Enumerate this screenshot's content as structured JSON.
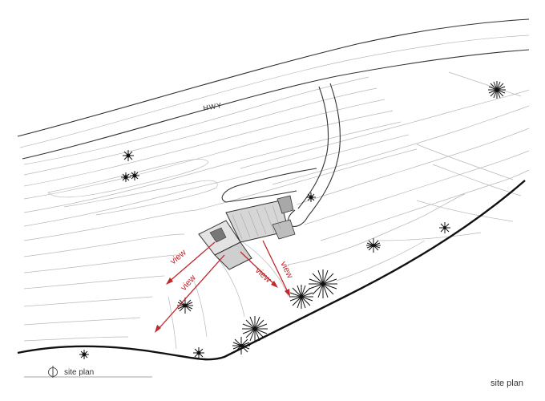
{
  "labels": {
    "highway": "HWY",
    "caption_left": "site plan",
    "caption_right": "site plan",
    "view": "view"
  },
  "colors": {
    "view_arrow": "#c0282a",
    "contour": "#b8b8b8",
    "boundary": "#111111",
    "building_fill": "#d6d6d6"
  },
  "icons": {
    "tree": "tree-symbol-icon",
    "north": "north-arrow-icon",
    "arrow": "arrow-head-icon"
  }
}
